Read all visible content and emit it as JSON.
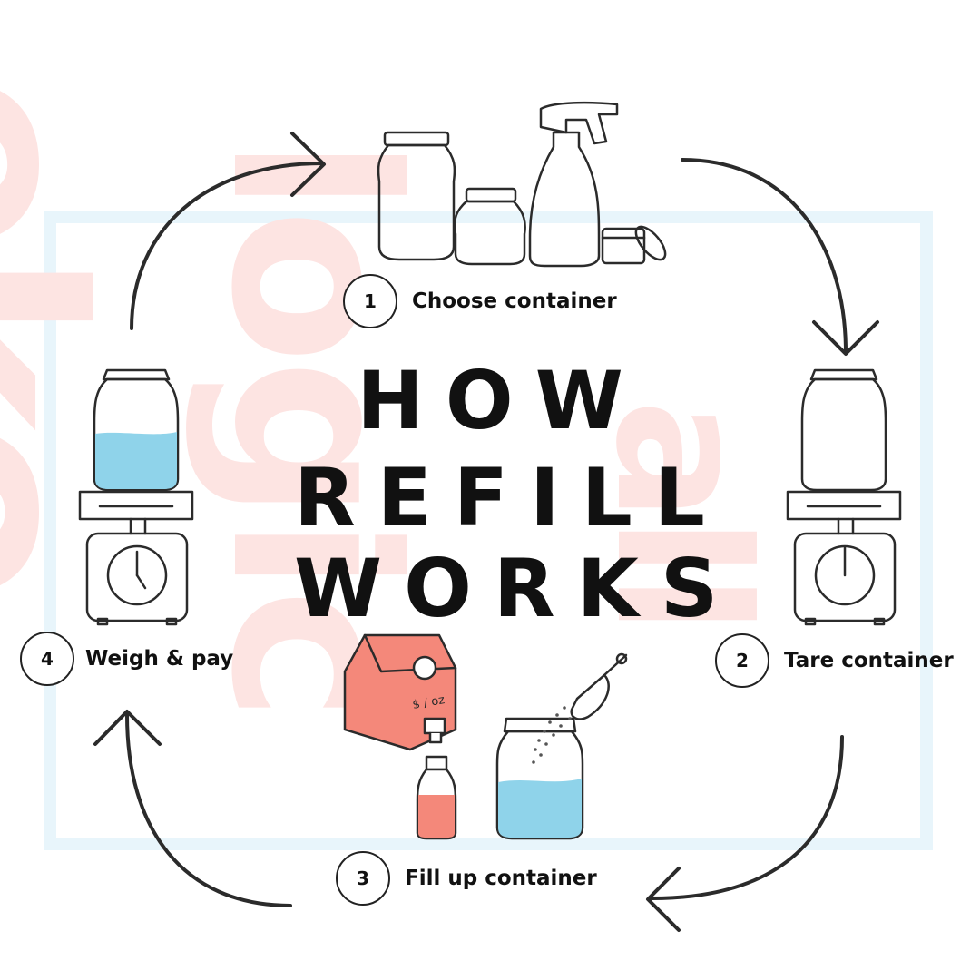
{
  "heading": {
    "line1": "HOW",
    "line2": "REFILL",
    "line3": "WORKS"
  },
  "watermark": {
    "text_1": "eko",
    "text_2": "logic",
    "text_3": "all"
  },
  "steps": [
    {
      "number": "1",
      "label": "Choose container"
    },
    {
      "number": "2",
      "label": "Tare container"
    },
    {
      "number": "3",
      "label": "Fill up container"
    },
    {
      "number": "4",
      "label": "Weigh & pay"
    }
  ],
  "dispenser": {
    "price_label": "$ / oz"
  },
  "icons": {
    "cycle": "curved-arrow-icon",
    "containers": [
      "mason-jar-icon",
      "small-jar-icon",
      "spray-bottle-icon",
      "tin-icon"
    ],
    "scale": "kitchen-scale-icon",
    "fill": [
      "liquid-dispenser-icon",
      "bottle-icon",
      "scoop-icon",
      "jar-icon"
    ]
  },
  "colors": {
    "ink": "#2b2b2b",
    "liquid_blue": "#8fd3ea",
    "liquid_coral": "#f4887a",
    "watermark_pink": "#fde4e2",
    "watermark_blue": "#e8f5fb"
  }
}
